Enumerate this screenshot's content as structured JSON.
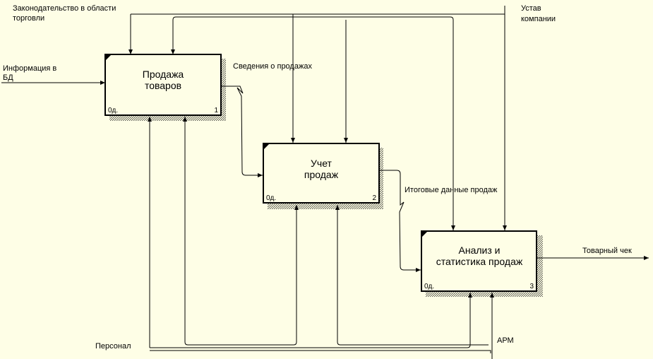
{
  "boxes": [
    {
      "title_lines": [
        "Продажа",
        "товаров"
      ],
      "node": "0д.",
      "number": "1"
    },
    {
      "title_lines": [
        "Учет",
        "продаж"
      ],
      "node": "0д.",
      "number": "2"
    },
    {
      "title_lines": [
        "Анализ и",
        "статистика продаж"
      ],
      "node": "0д.",
      "number": "3"
    }
  ],
  "arrow_labels": {
    "legislation": [
      "Законодательство в области",
      "торговли"
    ],
    "charter": [
      "Устав",
      "компании"
    ],
    "input_info": [
      "Информация в",
      "БД"
    ],
    "sales_info": "Сведения о продажах",
    "sales_totals": "Итоговые данные продаж",
    "receipt": "Товарный чек",
    "staff": "Персонал",
    "workstation": "АРМ"
  }
}
